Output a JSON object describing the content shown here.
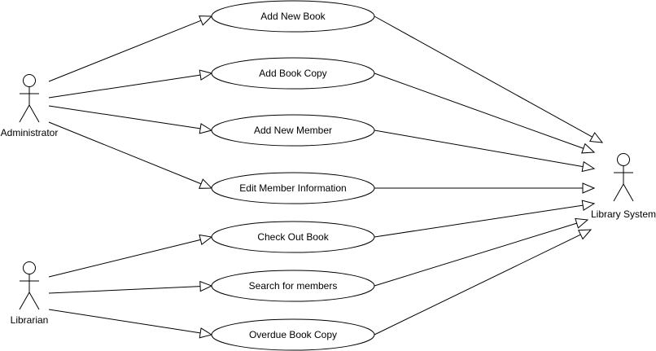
{
  "diagram": {
    "type": "use-case",
    "actors": [
      {
        "id": "admin",
        "label": "Administrator",
        "icon": "stick-figure"
      },
      {
        "id": "librarian",
        "label": "Librarian",
        "icon": "stick-figure"
      },
      {
        "id": "system",
        "label": "Library System",
        "icon": "stick-figure"
      }
    ],
    "use_cases": [
      {
        "id": "uc1",
        "label": "Add New Book"
      },
      {
        "id": "uc2",
        "label": "Add Book Copy"
      },
      {
        "id": "uc3",
        "label": "Add New Member"
      },
      {
        "id": "uc4",
        "label": "Edit Member Information"
      },
      {
        "id": "uc5",
        "label": "Check Out Book"
      },
      {
        "id": "uc6",
        "label": "Search for members"
      },
      {
        "id": "uc7",
        "label": "Overdue Book Copy"
      }
    ],
    "associations": [
      {
        "from": "admin",
        "to": "uc1"
      },
      {
        "from": "admin",
        "to": "uc2"
      },
      {
        "from": "admin",
        "to": "uc3"
      },
      {
        "from": "admin",
        "to": "uc4"
      },
      {
        "from": "librarian",
        "to": "uc5"
      },
      {
        "from": "librarian",
        "to": "uc6"
      },
      {
        "from": "librarian",
        "to": "uc7"
      },
      {
        "from": "uc1",
        "to": "system"
      },
      {
        "from": "uc2",
        "to": "system"
      },
      {
        "from": "uc3",
        "to": "system"
      },
      {
        "from": "uc4",
        "to": "system"
      },
      {
        "from": "uc5",
        "to": "system"
      },
      {
        "from": "uc6",
        "to": "system"
      },
      {
        "from": "uc7",
        "to": "system"
      }
    ],
    "colors": {
      "stroke": "#000000",
      "fill": "#ffffff"
    }
  }
}
